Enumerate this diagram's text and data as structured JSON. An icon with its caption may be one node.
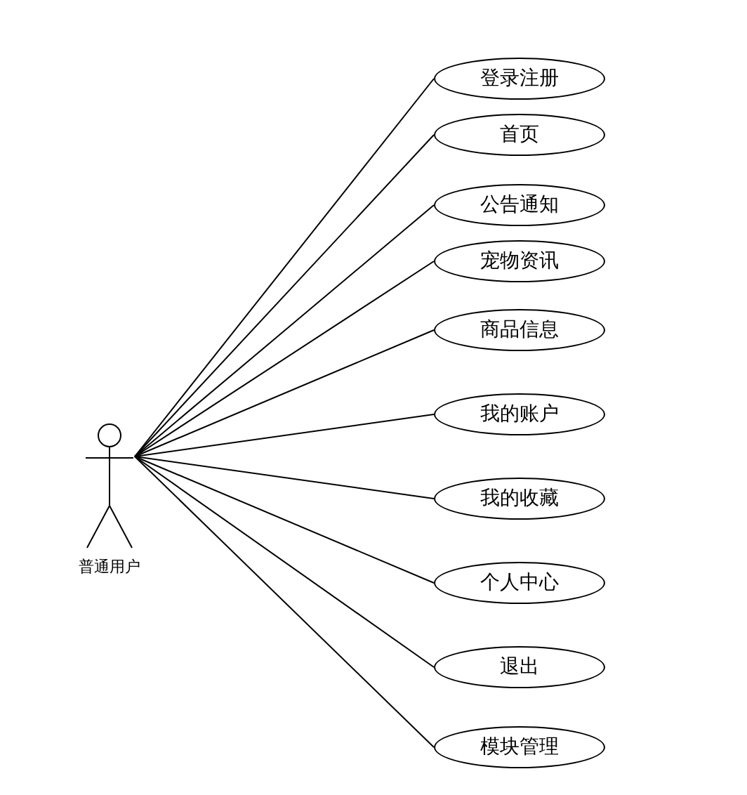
{
  "diagram": {
    "nodes": [
      {
        "text": [
          "普通用户"
        ]
      },
      {
        "text": [
          "登录注册"
        ]
      },
      {
        "text": [
          "首页"
        ]
      },
      {
        "text": [
          "公告通知"
        ]
      },
      {
        "text": [
          "宠物资讯"
        ]
      },
      {
        "text": [
          "商品信息"
        ]
      },
      {
        "text": [
          "我的账户"
        ]
      },
      {
        "text": [
          "我的收藏"
        ]
      },
      {
        "text": [
          "个人中心"
        ]
      },
      {
        "text": [
          "退出"
        ]
      },
      {
        "text": [
          "模块管理"
        ]
      }
    ],
    "edges": [
      {
        "from": 0,
        "to": 1,
        "arrow": "none"
      },
      {
        "from": 0,
        "to": 2,
        "arrow": "none"
      },
      {
        "from": 0,
        "to": 3,
        "arrow": "none"
      },
      {
        "from": 0,
        "to": 4,
        "arrow": "none"
      },
      {
        "from": 0,
        "to": 5,
        "arrow": "none"
      },
      {
        "from": 0,
        "to": 6,
        "arrow": "none"
      },
      {
        "from": 0,
        "to": 7,
        "arrow": "none"
      },
      {
        "from": 0,
        "to": 8,
        "arrow": "none"
      },
      {
        "from": 0,
        "to": 9,
        "arrow": "none"
      },
      {
        "from": 0,
        "to": 10,
        "arrow": "none"
      }
    ]
  }
}
